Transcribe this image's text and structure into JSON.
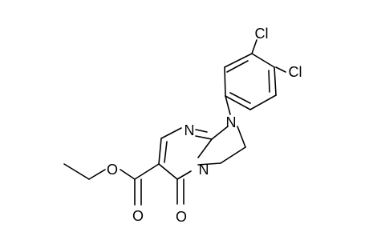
{
  "molecule": {
    "atom_labels": {
      "cl_top": "Cl",
      "cl_right": "Cl",
      "n_amine": "N",
      "n_ring": "N",
      "n_bridge": "N",
      "o_ester": "O",
      "o_carbonyl_ester": "O",
      "o_ketone": "O"
    }
  }
}
